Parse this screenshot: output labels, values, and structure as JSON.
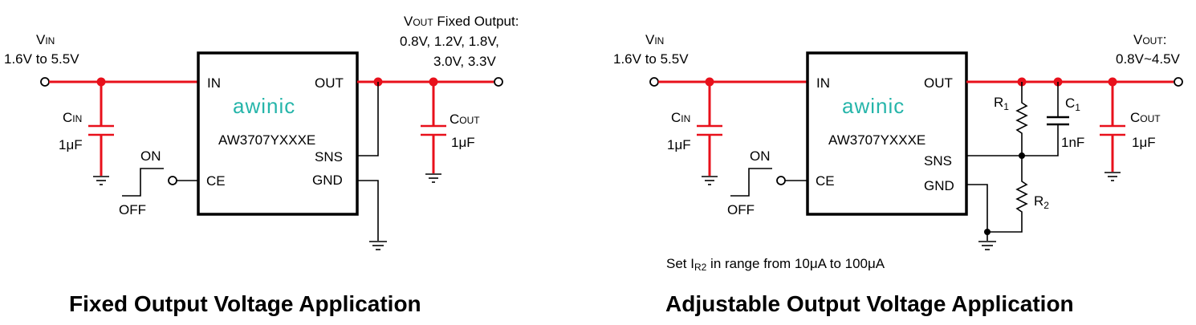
{
  "fixed": {
    "vin_label": "VIN",
    "vin_range": "1.6V to 5.5V",
    "vout_label": "VOUT",
    "vout_fixed_suffix": " Fixed Output:",
    "vout_values_line1": "0.8V, 1.2V, 1.8V,",
    "vout_values_line2": "3.0V,  3.3V",
    "cin_label": "CIN",
    "cin_value": "1μF",
    "cout_label": "COUT",
    "cout_value": "1μF",
    "on_label": "ON",
    "off_label": "OFF",
    "chip": {
      "logo": "awinic",
      "part": "AW3707YXXXE",
      "pin_in": "IN",
      "pin_out": "OUT",
      "pin_sns": "SNS",
      "pin_ce": "CE",
      "pin_gnd": "GND"
    },
    "title": "Fixed Output Voltage Application"
  },
  "adjustable": {
    "vin_label": "VIN",
    "vin_range": "1.6V to 5.5V",
    "vout_label": "VOUT:",
    "vout_range": "0.8V~4.5V",
    "cin_label": "CIN",
    "cin_value": "1μF",
    "cout_label": "COUT",
    "cout_value": "1μF",
    "r1_label": "R1",
    "r2_label": "R2",
    "c1_label": "C1",
    "c1_value": "1nF",
    "on_label": "ON",
    "off_label": "OFF",
    "chip": {
      "logo": "awinic",
      "part": "AW3707YXXXE",
      "pin_in": "IN",
      "pin_out": "OUT",
      "pin_sns": "SNS",
      "pin_ce": "CE",
      "pin_gnd": "GND"
    },
    "note": "Set IR2 in range from 10μA to 100μA",
    "title": "Adjustable Output Voltage Application"
  },
  "colors": {
    "power_rail": "#e8101b",
    "logo": "#26b5aa"
  }
}
